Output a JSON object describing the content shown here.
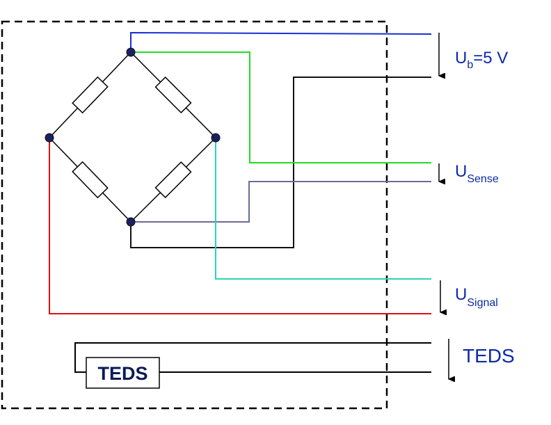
{
  "colors": {
    "ub_wire": "#1a2fd4",
    "sense_pos_wire": "#22dd22",
    "sense_neg_wire": "#6a6a99",
    "signal_pos_wire": "#2ad4b4",
    "signal_neg_wire": "#dd1111",
    "ground_wire": "#111111",
    "teds_wire": "#000000",
    "node": "#1a2060",
    "label_text": "#0b2aa8",
    "teds_box_text": "#0b1a55"
  },
  "labels": {
    "ub": {
      "main": "U",
      "sub": "b",
      "suffix": "=5 V"
    },
    "sense": {
      "main": "U",
      "sub": "Sense"
    },
    "signal": {
      "main": "U",
      "sub": "Signal"
    },
    "teds": "TEDS"
  },
  "teds_box_label": "TEDS"
}
